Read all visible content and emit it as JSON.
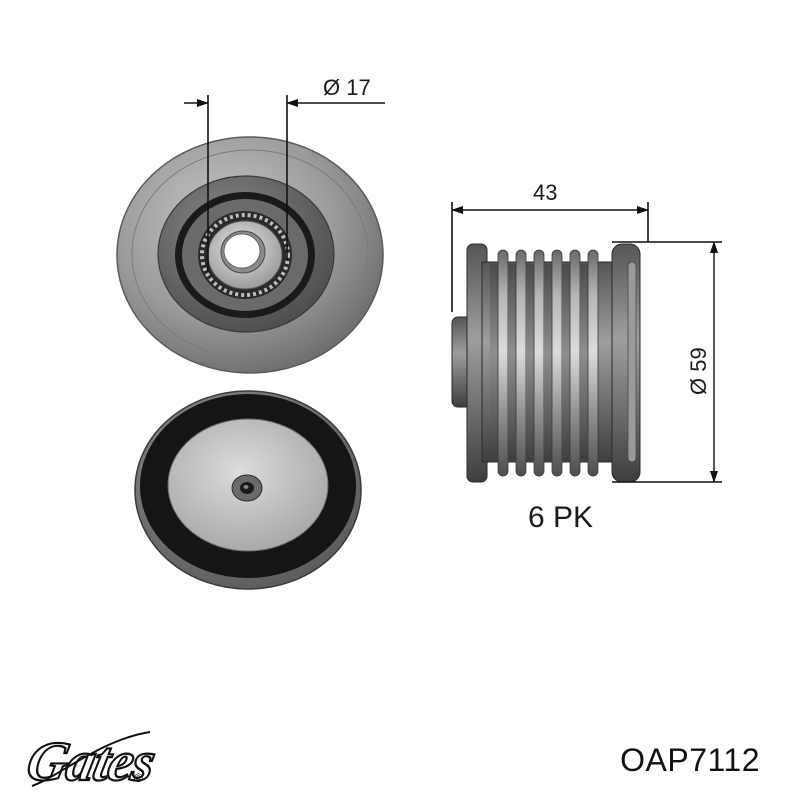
{
  "dimensions": {
    "bore_diameter": "Ø 17",
    "width": "43",
    "outer_diameter": "Ø 59",
    "belt_profile": "6 PK"
  },
  "brand": {
    "name": "Gates",
    "mark": "®"
  },
  "part_number": "OAP7112",
  "colors": {
    "metal_light": "#b9b9b9",
    "metal_mid": "#8d8d8d",
    "metal_dark": "#4a4a4a",
    "seal_black": "#141414",
    "line": "#111111"
  }
}
